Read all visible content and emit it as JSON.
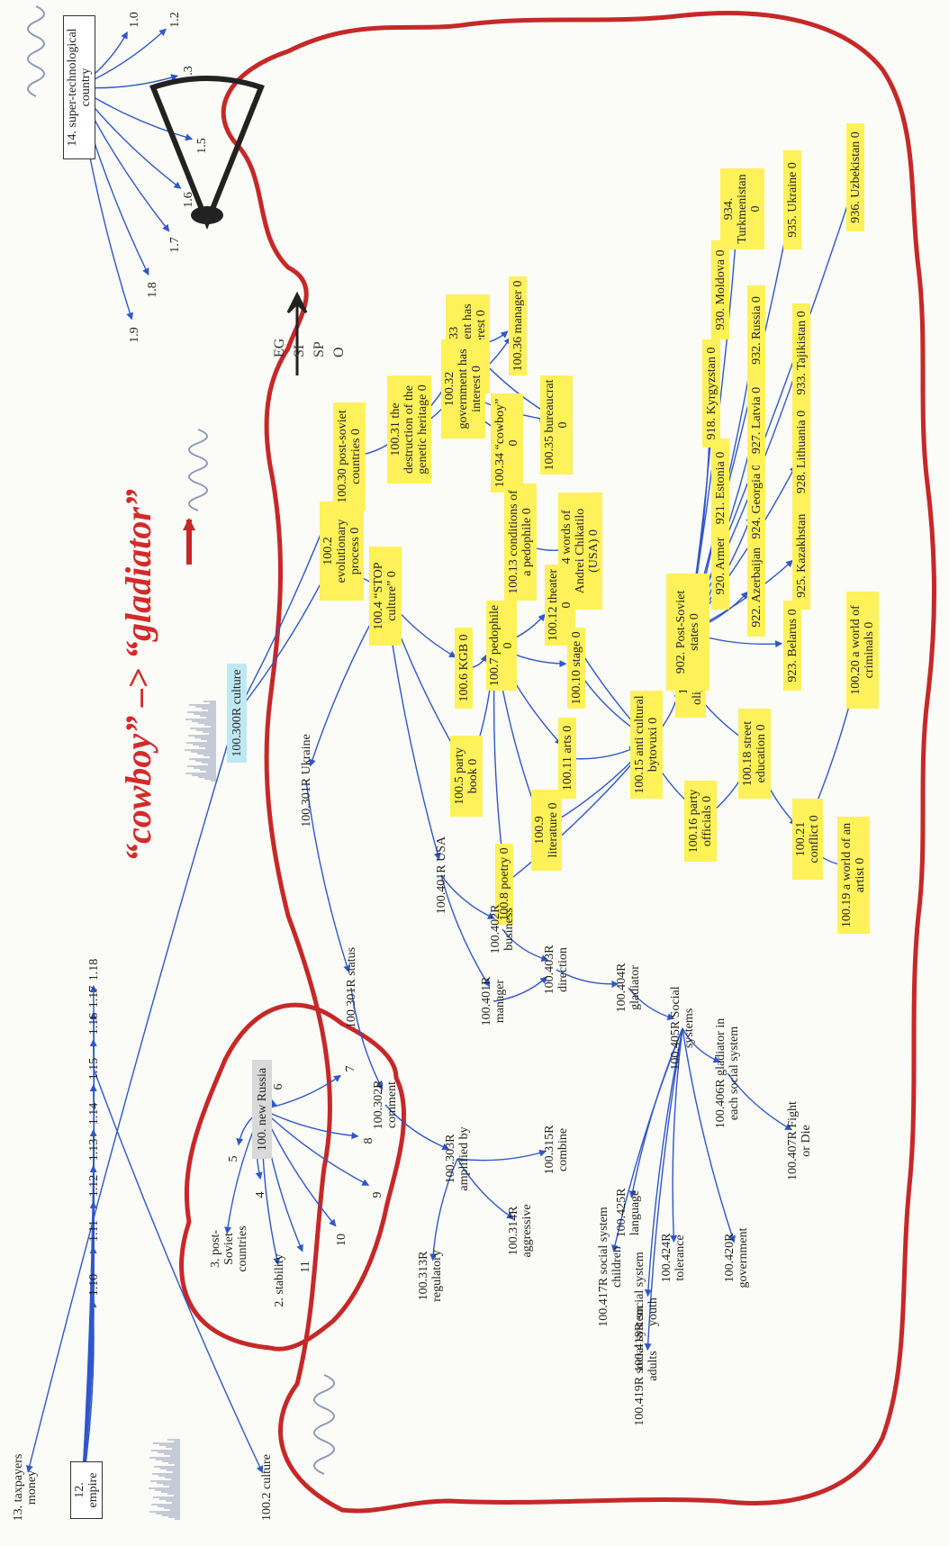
{
  "headline": "“cowboy” –> “gladiator”",
  "legend": [
    "EG",
    "SI",
    "SP",
    "O"
  ],
  "nodes": [
    {
      "id": "n13tp",
      "label": "13. taxpayers money",
      "style": "plain"
    },
    {
      "id": "n12",
      "label": "12. empire",
      "style": "boxed"
    },
    {
      "id": "n14",
      "label": "14. super-technological country",
      "style": "boxed"
    },
    {
      "id": "n110",
      "label": "1.10",
      "style": "plain"
    },
    {
      "id": "n111",
      "label": "1.11",
      "style": "plain"
    },
    {
      "id": "n112",
      "label": "1.12",
      "style": "plain"
    },
    {
      "id": "n113",
      "label": "1.13",
      "style": "plain"
    },
    {
      "id": "n114",
      "label": "1.14",
      "style": "plain"
    },
    {
      "id": "n115",
      "label": "1.15",
      "style": "plain"
    },
    {
      "id": "n116",
      "label": "1.16",
      "style": "plain"
    },
    {
      "id": "n117",
      "label": "1.17",
      "style": "plain"
    },
    {
      "id": "n118",
      "label": "1.18",
      "style": "plain"
    },
    {
      "id": "n1002c",
      "label": "100.2 culture",
      "style": "plain"
    },
    {
      "id": "s10",
      "label": "1.0",
      "style": "plain"
    },
    {
      "id": "s12",
      "label": "1.2",
      "style": "plain"
    },
    {
      "id": "s13",
      "label": "1.3",
      "style": "plain"
    },
    {
      "id": "s15",
      "label": "1.5",
      "style": "plain"
    },
    {
      "id": "s16",
      "label": "1.6",
      "style": "plain"
    },
    {
      "id": "s17",
      "label": "1.7",
      "style": "plain"
    },
    {
      "id": "s18",
      "label": "1.8",
      "style": "plain"
    },
    {
      "id": "s19",
      "label": "1.9",
      "style": "plain"
    },
    {
      "id": "n100nr",
      "label": "100. new Russia",
      "style": "gray"
    },
    {
      "id": "n3ps",
      "label": "3. post-Soviet countries",
      "style": "plain"
    },
    {
      "id": "n2",
      "label": "2. stability",
      "style": "plain"
    },
    {
      "id": "c4",
      "label": "4",
      "style": "plain"
    },
    {
      "id": "c5",
      "label": "5",
      "style": "plain"
    },
    {
      "id": "c6",
      "label": "6",
      "style": "plain"
    },
    {
      "id": "c7",
      "label": "7",
      "style": "plain"
    },
    {
      "id": "c8",
      "label": "8",
      "style": "plain"
    },
    {
      "id": "c9",
      "label": "9",
      "style": "plain"
    },
    {
      "id": "c10",
      "label": "10",
      "style": "plain"
    },
    {
      "id": "c11",
      "label": "11",
      "style": "plain"
    },
    {
      "id": "n100300",
      "label": "100.300R culture",
      "style": "cyan"
    },
    {
      "id": "n1002",
      "label": "100.2 evolutionary process 0",
      "style": "yellow"
    },
    {
      "id": "n10030",
      "label": "100.30 post-soviet countries 0",
      "style": "yellow"
    },
    {
      "id": "n1004",
      "label": "100.4 “STOP culture” 0",
      "style": "yellow"
    },
    {
      "id": "n10031",
      "label": "100.31 the destruction of the genetic heritage 0",
      "style": "yellow"
    },
    {
      "id": "n10033",
      "label": "100.33 government has NO interest 0",
      "style": "yellow"
    },
    {
      "id": "n10032",
      "label": "100.32 government has interest 0",
      "style": "yellow"
    },
    {
      "id": "n10036",
      "label": "100.36 manager 0",
      "style": "yellow"
    },
    {
      "id": "n10034",
      "label": "100.34 “cowboy” 0",
      "style": "yellow"
    },
    {
      "id": "n10035",
      "label": "100.35 bureaucrat 0",
      "style": "yellow"
    },
    {
      "id": "n1006",
      "label": "100.6 KGB 0",
      "style": "yellow"
    },
    {
      "id": "n1005",
      "label": "100.5 party book 0",
      "style": "yellow"
    },
    {
      "id": "n1007",
      "label": "100.7 pedophile 0",
      "style": "yellow"
    },
    {
      "id": "n10013",
      "label": "100.13 conditions of a pedophile 0",
      "style": "yellow"
    },
    {
      "id": "n10014",
      "label": "100.14 words of Andrei Chikatilo (USA) 0",
      "style": "yellow"
    },
    {
      "id": "n10012",
      "label": "100.12 theater 0",
      "style": "yellow"
    },
    {
      "id": "n10010",
      "label": "100.10 stage 0",
      "style": "yellow"
    },
    {
      "id": "n1009",
      "label": "100.9 literature 0",
      "style": "yellow"
    },
    {
      "id": "n10011",
      "label": "100.11 arts 0",
      "style": "yellow"
    },
    {
      "id": "n1008",
      "label": "100.8 poetry 0",
      "style": "yellow"
    },
    {
      "id": "n10015",
      "label": "100.15 anti cultural bytovuxi 0",
      "style": "yellow"
    },
    {
      "id": "n10017",
      "label": "100.17 oligarchs 0",
      "style": "yellow"
    },
    {
      "id": "n10016",
      "label": "100.16 party officials 0",
      "style": "yellow"
    },
    {
      "id": "n10018",
      "label": "100.18 street education 0",
      "style": "yellow"
    },
    {
      "id": "n10021",
      "label": "100.21 conflict 0",
      "style": "yellow"
    },
    {
      "id": "n10020",
      "label": "100.20 a world of criminals 0",
      "style": "yellow"
    },
    {
      "id": "n10019",
      "label": "100.19 a world of an artist 0",
      "style": "yellow"
    },
    {
      "id": "n902",
      "label": "902. Post-Soviet states 0",
      "style": "yellow"
    },
    {
      "id": "n920",
      "label": "920. Armenia 0",
      "style": "yellow"
    },
    {
      "id": "n921",
      "label": "921. Estonia 0",
      "style": "yellow"
    },
    {
      "id": "n918",
      "label": "918. Kyrgyzstan 0",
      "style": "yellow"
    },
    {
      "id": "n930",
      "label": "930. Moldova 0",
      "style": "yellow"
    },
    {
      "id": "n934",
      "label": "934. Turkmenistan 0",
      "style": "yellow"
    },
    {
      "id": "n922",
      "label": "922. Azerbaijan 0",
      "style": "yellow"
    },
    {
      "id": "n924",
      "label": "924. Georgia 0",
      "style": "yellow"
    },
    {
      "id": "n927",
      "label": "927. Latvia 0",
      "style": "yellow"
    },
    {
      "id": "n932",
      "label": "932. Russia 0",
      "style": "yellow"
    },
    {
      "id": "n935",
      "label": "935. Ukraine 0",
      "style": "yellow"
    },
    {
      "id": "n923",
      "label": "923. Belarus 0",
      "style": "yellow"
    },
    {
      "id": "n925",
      "label": "925. Kazakhstan 0",
      "style": "yellow"
    },
    {
      "id": "n928",
      "label": "928. Lithuania 0",
      "style": "yellow"
    },
    {
      "id": "n933",
      "label": "933. Tajikistan 0",
      "style": "yellow"
    },
    {
      "id": "n936",
      "label": "936. Uzbekistan 0",
      "style": "yellow"
    },
    {
      "id": "n100301",
      "label": "100.301R Ukraine",
      "style": "plain"
    },
    {
      "id": "n100401",
      "label": "100.401R USA",
      "style": "plain"
    },
    {
      "id": "n100402",
      "label": "100.402R business",
      "style": "plain"
    },
    {
      "id": "n100401m",
      "label": "100.401R manager",
      "style": "plain"
    },
    {
      "id": "n100403",
      "label": "100.403R direction",
      "style": "plain"
    },
    {
      "id": "n100404",
      "label": "100.404R gladiator",
      "style": "plain"
    },
    {
      "id": "n100405",
      "label": "100.405R Social systems",
      "style": "plain"
    },
    {
      "id": "n100406",
      "label": "100.406R gladiator in each social system",
      "style": "plain"
    },
    {
      "id": "n100407",
      "label": "100.407R Fight or Die",
      "style": "plain"
    },
    {
      "id": "n100301s",
      "label": "100.301R status",
      "style": "plain"
    },
    {
      "id": "n100302",
      "label": "100.302R comment",
      "style": "plain"
    },
    {
      "id": "n100303",
      "label": "100.303R amplified by",
      "style": "plain"
    },
    {
      "id": "n100315",
      "label": "100.315R combine",
      "style": "plain"
    },
    {
      "id": "n100314",
      "label": "100.314R aggressive",
      "style": "plain"
    },
    {
      "id": "n100313",
      "label": "100.313R regulatory",
      "style": "plain"
    },
    {
      "id": "n100425",
      "label": "100.425R language",
      "style": "plain"
    },
    {
      "id": "n100424",
      "label": "100.424R tolerance",
      "style": "plain"
    },
    {
      "id": "n100420",
      "label": "100.420R government",
      "style": "plain"
    },
    {
      "id": "n100417",
      "label": "100.417R social system children",
      "style": "plain"
    },
    {
      "id": "n100418",
      "label": "100.418R social system youth",
      "style": "plain"
    },
    {
      "id": "n100419",
      "label": "100.419R social system adults",
      "style": "plain"
    }
  ],
  "colors": {
    "edge": "#2f57c9",
    "region": "#c62828",
    "node_yellow": "#fff15a",
    "headline": "#d42a2a",
    "wave": "#8f9ab7"
  }
}
